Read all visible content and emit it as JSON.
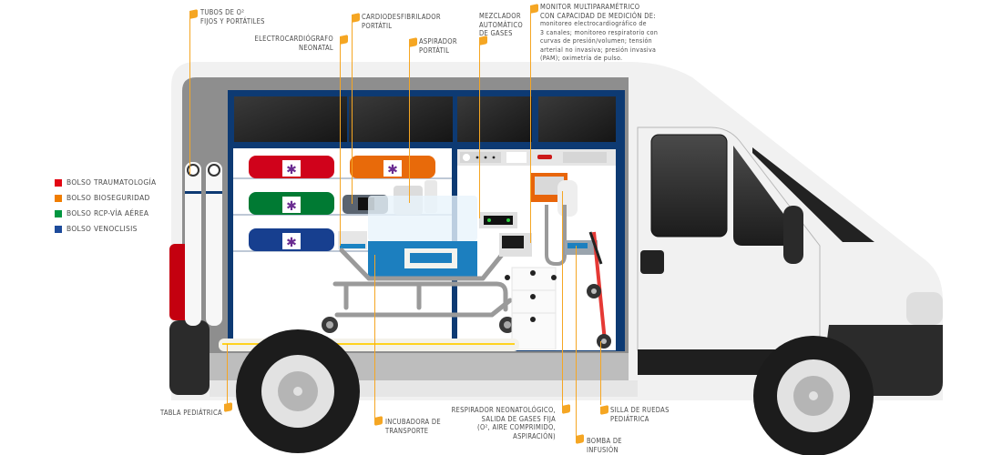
{
  "title": "Equipamiento de ambulancia neonatal",
  "accent_color": "#f5a623",
  "legend": [
    {
      "label": "BOLSO TRAUMATOLOGÍA",
      "color": "#e30613"
    },
    {
      "label": "BOLSO BIOSEGURIDAD",
      "color": "#f07d00"
    },
    {
      "label": "BOLSO RCP-VÍA AÉREA",
      "color": "#009640"
    },
    {
      "label": "BOLSO VENOCLISIS",
      "color": "#1d4b9b"
    }
  ],
  "labels": {
    "tubos": "TUBOS DE O²\nFIJOS Y PORTÁTILES",
    "electro": "ELECTROCARDIÓGRAFO\nNEONATAL",
    "cardio": "CARDIODESFIBRILADOR\nPORTÁTIL",
    "aspirador": "ASPIRADOR\nPORTÁTIL",
    "mezclador": "MEZCLADOR\nAUTOMÁTICO\nDE GASES",
    "monitor_title": "MONITOR MULTIPARAMÉTRICO\nCON CAPACIDAD DE MEDICIÓN DE:",
    "monitor_desc": "monitoreo electrocardiográfico de\n3 canales; monitoreo respiratorio con\ncurvas de presión/volumen; tensión\narterial no invasiva; presión invasiva\n(PAM); oximetría de pulso.",
    "tabla": "TABLA PEDIÁTRICA",
    "incubadora": "INCUBADORA DE\nTRANSPORTE",
    "respirador": "RESPIRADOR NEONATOLÓGICO,\nSALIDA DE GASES FIJA\n(O², AIRE COMPRIMIDO,\nASPIRACIÓN)",
    "bomba": "BOMBA DE\nINFUSIÓN",
    "silla": "SILLA DE RUEDAS\nPEDIÁTRICA"
  },
  "bag_colors": {
    "red": "#d0021b",
    "orange": "#e86a0a",
    "green": "#007a33",
    "blue": "#173f8f"
  }
}
